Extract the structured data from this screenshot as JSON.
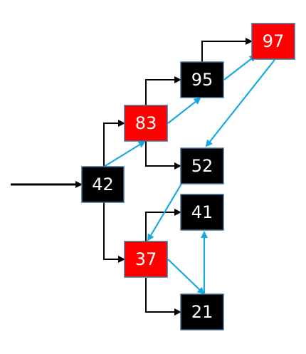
{
  "colors": {
    "red_node": "#ff0000",
    "black_node": "#000000",
    "node_border": "#41719c",
    "tree_edge": "#000000",
    "thread_edge": "#16a8e0",
    "text": "#ffffff"
  },
  "nodes": [
    {
      "id": "n42",
      "label": "42",
      "color": "black"
    },
    {
      "id": "n83",
      "label": "83",
      "color": "red"
    },
    {
      "id": "n95",
      "label": "95",
      "color": "black"
    },
    {
      "id": "n97",
      "label": "97",
      "color": "red"
    },
    {
      "id": "n52",
      "label": "52",
      "color": "black"
    },
    {
      "id": "n41",
      "label": "41",
      "color": "black"
    },
    {
      "id": "n37",
      "label": "37",
      "color": "red"
    },
    {
      "id": "n21",
      "label": "21",
      "color": "black"
    }
  ],
  "tree_edges": [
    {
      "from": "entry",
      "to": "n42"
    },
    {
      "from": "n42",
      "to": "n83"
    },
    {
      "from": "n42",
      "to": "n37"
    },
    {
      "from": "n83",
      "to": "n95"
    },
    {
      "from": "n83",
      "to": "n52"
    },
    {
      "from": "n95",
      "to": "n97"
    },
    {
      "from": "n37",
      "to": "n41"
    },
    {
      "from": "n37",
      "to": "n21"
    }
  ],
  "thread_edges": [
    {
      "from": "n42",
      "to": "n83"
    },
    {
      "from": "n83",
      "to": "n95"
    },
    {
      "from": "n95",
      "to": "n97"
    },
    {
      "from": "n97",
      "to": "n52"
    },
    {
      "from": "n52",
      "to": "n37"
    },
    {
      "from": "n37",
      "to": "n21"
    },
    {
      "from": "n21",
      "to": "n41"
    }
  ]
}
